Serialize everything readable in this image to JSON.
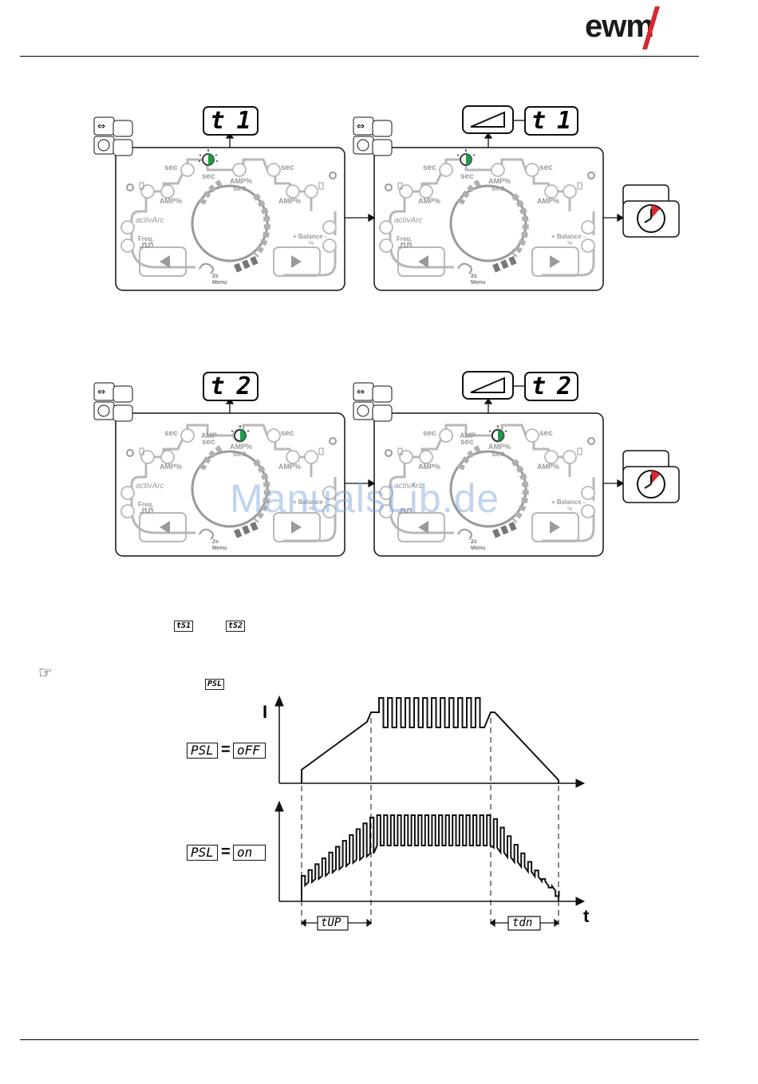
{
  "header": {
    "brand": "ewm"
  },
  "panels_row1": {
    "display_left": {
      "char1": "t",
      "char2": "1"
    },
    "display_right": {
      "char1": "t",
      "char2": "1"
    }
  },
  "panels_row2": {
    "display_left": {
      "char1": "t",
      "char2": "2"
    },
    "display_right": {
      "char1": "t",
      "char2": "2"
    }
  },
  "panel_labels": {
    "sec": "sec",
    "amp_pct": "AMP%",
    "amp": "AMP",
    "activarc": "activArc",
    "freq": "Freq.",
    "balance": "+ Balance -",
    "percent": "%",
    "two_s": "2s",
    "menu": "Menu"
  },
  "body_text": {
    "inline_ts1": "tS1",
    "inline_ts2": "tS2",
    "inline_psl": "PSL"
  },
  "chart_data": {
    "type": "line",
    "title": "",
    "ylabel": "I",
    "xlabel": "t",
    "rows": [
      {
        "label_left": "PSL",
        "equals": "=",
        "label_right": "oFF"
      },
      {
        "label_left": "PSL",
        "equals": "=",
        "label_right": "on"
      }
    ],
    "intervals": [
      {
        "label": "tUP"
      },
      {
        "label": "tdn"
      }
    ]
  },
  "watermark": "ManualsLib.de",
  "colors": {
    "led_green": "#1f9a4a",
    "panel_grey": "#b8b8b8",
    "clock_red": "#d8282e"
  }
}
